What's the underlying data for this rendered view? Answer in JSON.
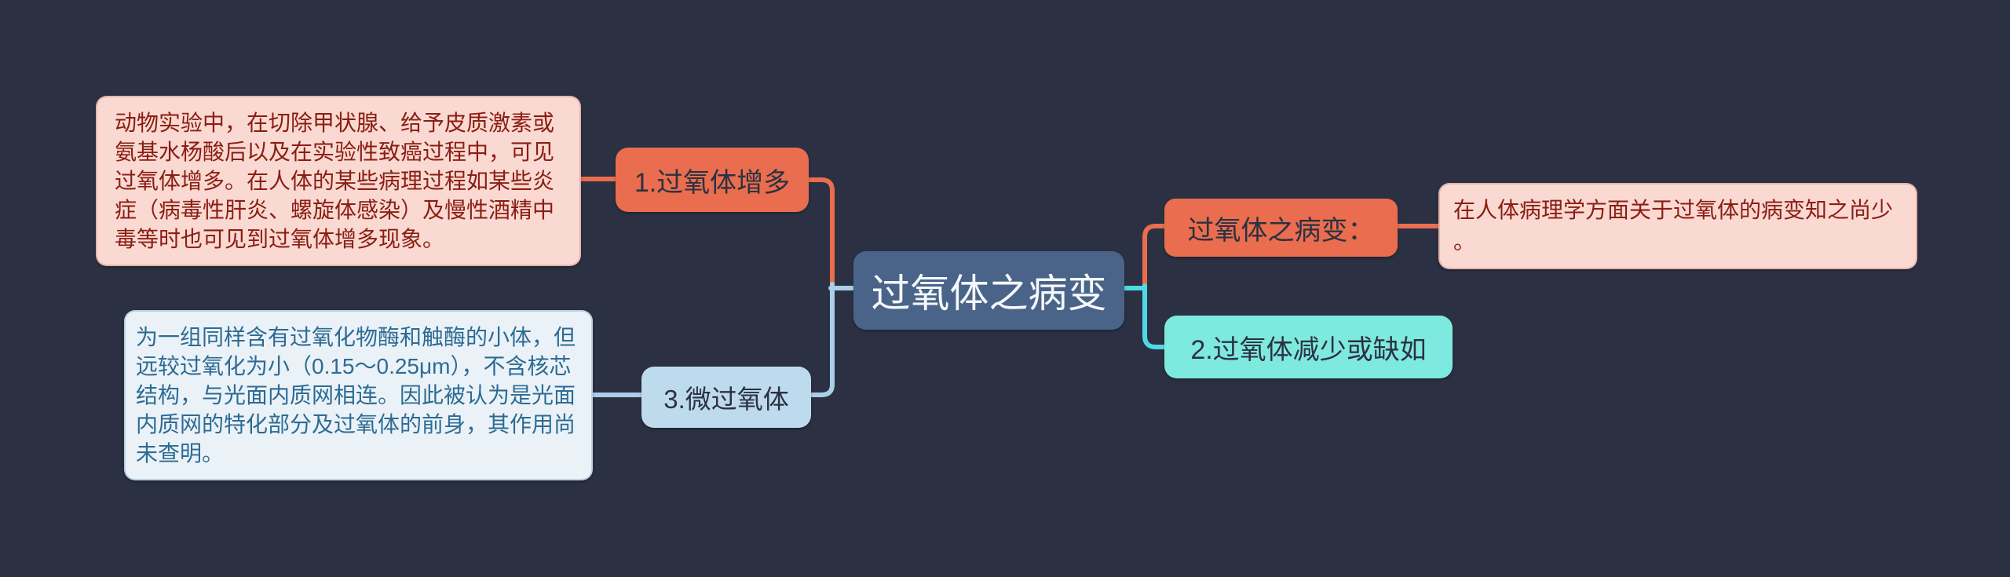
{
  "mindmap": {
    "center": {
      "label": "过氧体之病变"
    },
    "left_branches": {
      "branch1": {
        "label": "1.过氧体增多",
        "note": "动物实验中，在切除甲状腺、给予皮质激素或氨基水杨酸后以及在实验性致癌过程中，可见过氧体增多。在人体的某些病理过程如某些炎症（病毒性肝炎、螺旋体感染）及慢性酒精中毒等时也可见到过氧体增多现象。"
      },
      "branch3": {
        "label": "3.微过氧体",
        "note": "为一组同样含有过氧化物酶和触酶的小体，但远较过氧化为小（0.15～0.25μm），不含核芯结构，与光面内质网相连。因此被认为是光面内质网的特化部分及过氧体的前身，其作用尚未查明。"
      }
    },
    "right_branches": {
      "topic": {
        "label": "过氧体之病变：",
        "note": "在人体病理学方面关于过氧体的病变知之尚少。"
      },
      "branch2": {
        "label": "2.过氧体减少或缺如"
      }
    }
  },
  "colors": {
    "background": "#2b3142",
    "accent_orange": "#e96d4e",
    "center_node_fill": "#4a6489",
    "center_node_text": "#f5f8fb",
    "light_blue_fill": "#bedbed",
    "teal_fill": "#7ee9df",
    "pink_note_fill": "#f9d9d2",
    "pink_note_text": "#8b1d12",
    "blue_note_fill": "#eaf2f8",
    "blue_note_text": "#2d6b93",
    "connector_light_blue": "#abcfe8",
    "connector_cyan": "#4fd9e4",
    "dark_text": "#2b3142"
  }
}
